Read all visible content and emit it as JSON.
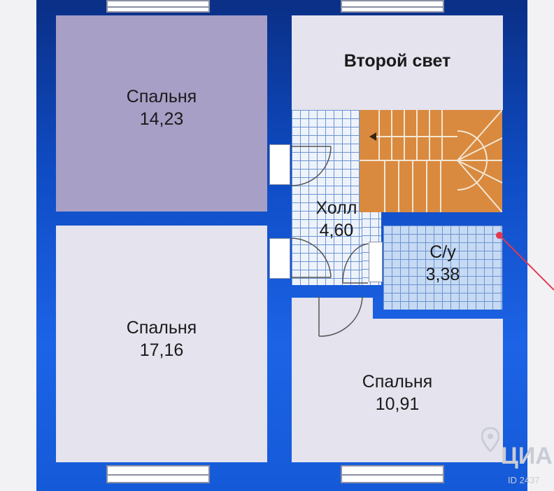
{
  "rooms": {
    "bedroom_1": {
      "name": "Спальня",
      "area": "14,23"
    },
    "bedroom_2": {
      "name": "Спальня",
      "area": "17,16"
    },
    "bedroom_3": {
      "name": "Спальня",
      "area": "10,91"
    },
    "second_light": {
      "name": "Второй свет"
    },
    "hall": {
      "name": "Холл",
      "area": "4,60"
    },
    "bathroom": {
      "name": "С/у",
      "area": "3,38"
    }
  },
  "watermark": {
    "text": "ЦИА",
    "id": "ID 2437"
  },
  "colors": {
    "wall": "#1250cc",
    "bedroom_fill": "#e4e3ee",
    "bedroom_1_fill": "#a79fc6",
    "stairs": "#d98a3e",
    "grid_line": "#6c93d1"
  },
  "icons": [
    "stair-arrow-icon",
    "location-pin-icon"
  ]
}
